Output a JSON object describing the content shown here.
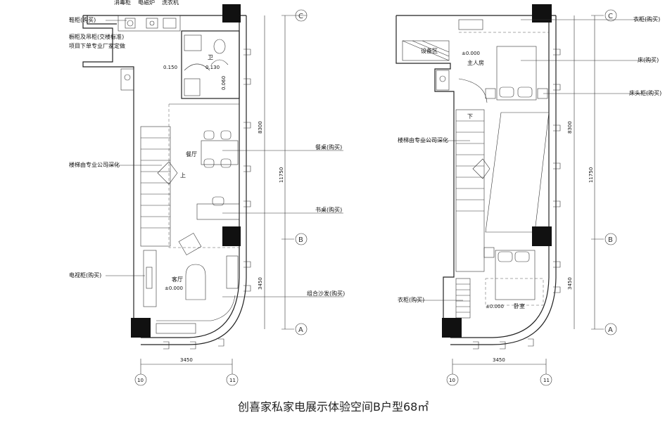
{
  "title": "创喜家私家电展示体验空间B户型68㎡",
  "left_plan": {
    "top_labels": [
      "消毒柜",
      "电磁炉",
      "洗衣机"
    ],
    "labels": {
      "shoe_cabinet": "鞋柜(购买)",
      "cabinet_note_1": "橱柜及吊柜(交楼标准)",
      "cabinet_note_2": "项目下单专业厂家定做",
      "bathroom": "卫",
      "level_1": "0.150",
      "level_2": "0.130",
      "level_3": "0.060",
      "dining_room": "餐厅",
      "dining_table": "餐桌(购买)",
      "stairs_note": "楼梯由专业公司深化",
      "up": "上",
      "desk": "书桌(购买)",
      "tv_cabinet": "电视柜(购买)",
      "living_room": "客厅",
      "living_level": "±0.000",
      "sofa": "组合沙发(购买)"
    },
    "dim_bottom": "3450",
    "dim_right_1": "8300",
    "dim_right_2": "11750",
    "dim_right_3": "3450",
    "axis_c": "C",
    "axis_b": "B",
    "axis_a": "A",
    "axis_10": "10",
    "axis_11": "11"
  },
  "right_plan": {
    "labels": {
      "wardrobe_top": "衣柜(购买)",
      "equipment": "设备区",
      "master_level": "±0.000",
      "master_bedroom": "主人房",
      "bed": "床(购买)",
      "nightstand": "床头柜(购买)",
      "down": "下",
      "stairs_note": "楼梯由专业公司深化",
      "wardrobe_bottom": "衣柜(购买)",
      "bedroom_level": "±0.000",
      "bedroom": "卧室"
    },
    "dim_bottom": "3450",
    "dim_right_1": "8300",
    "dim_right_2": "11750",
    "dim_right_3": "3450",
    "axis_c": "C",
    "axis_b": "B",
    "axis_a": "A",
    "axis_10": "10",
    "axis_11": "11"
  }
}
